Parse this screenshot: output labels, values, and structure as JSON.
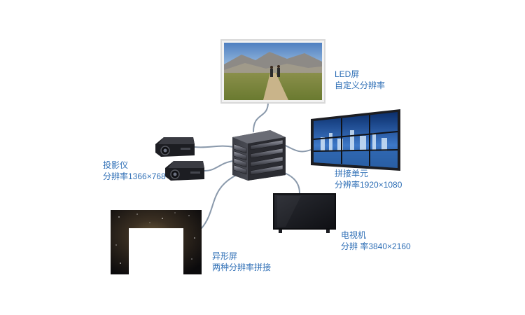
{
  "labels": {
    "led": {
      "line1": "LED屏",
      "line2": "自定义分辨率"
    },
    "splice": {
      "line1": "拼接单元",
      "line2": "分辨率1920×1080"
    },
    "tv": {
      "line1": "电视机",
      "line2": "分辨 率3840×2160"
    },
    "projector": {
      "line1": "投影仪",
      "line2": "分辨率1366×768"
    },
    "irregular": {
      "line1": "异形屏",
      "line2": "两种分辨率拼接"
    }
  },
  "colors": {
    "label": "#2f6fb6",
    "cable": "#8a99ab",
    "device_dark": "#1c1d22"
  },
  "icons": {
    "led_screen": "landscape-photo",
    "splice_wall": "city-night-videowall",
    "tv": "flat-tv",
    "projector": "projector",
    "controller": "video-wall-processor",
    "irregular_screen": "starfield-arch"
  }
}
